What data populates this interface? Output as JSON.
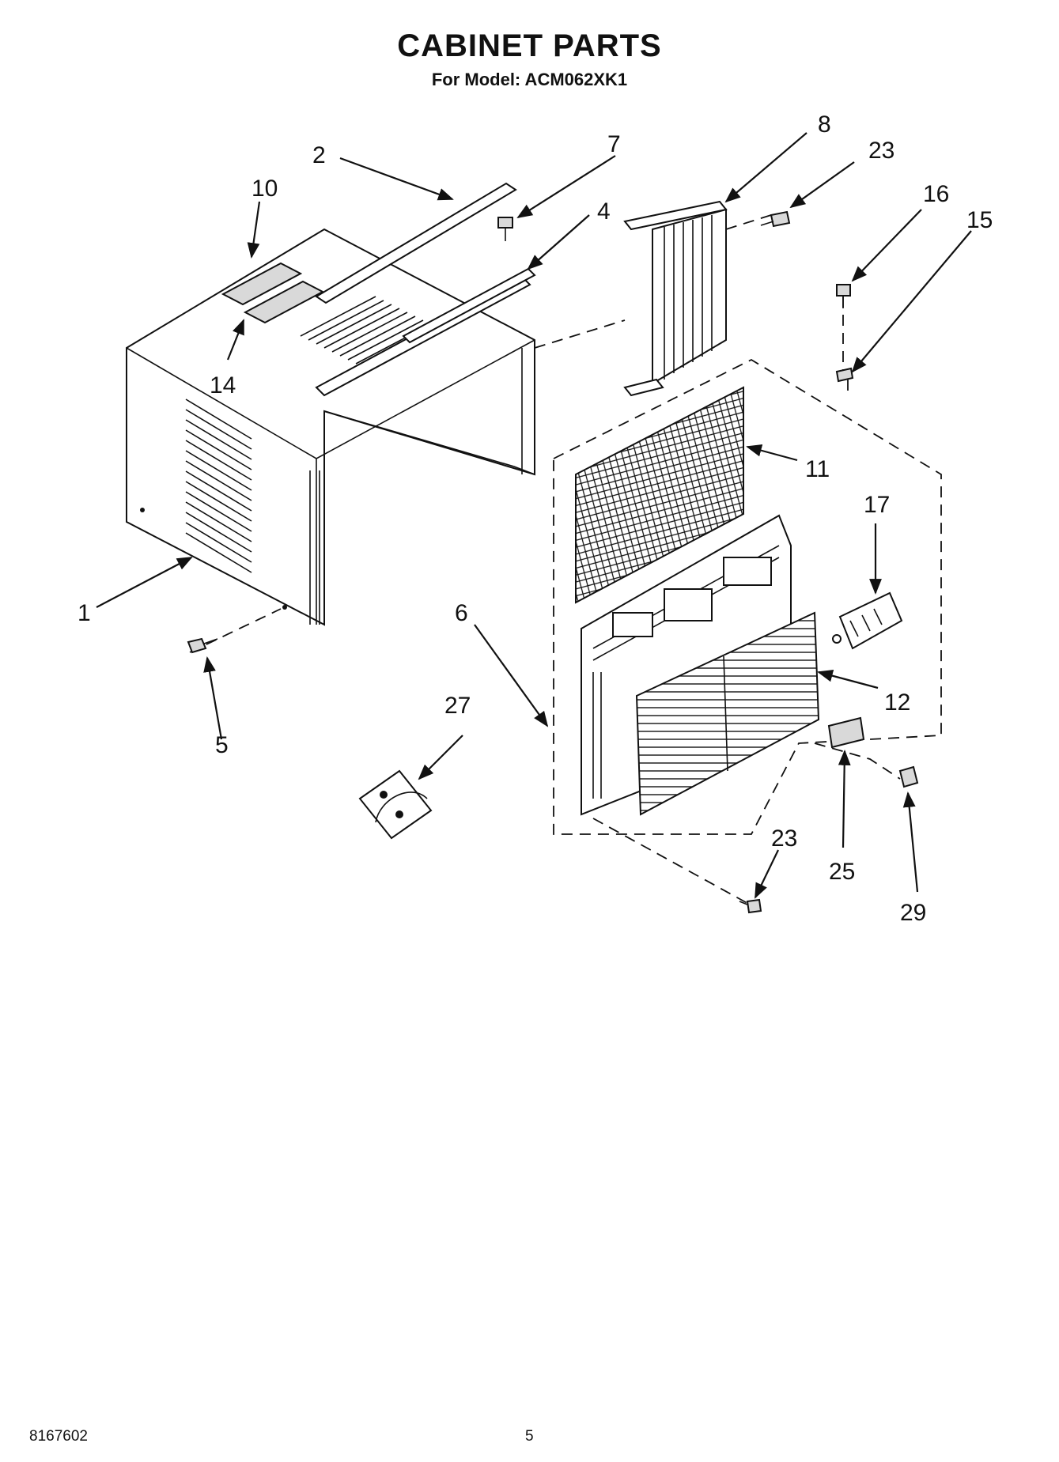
{
  "header": {
    "title": "CABINET PARTS",
    "subtitle": "For Model: ACM062XK1"
  },
  "footer": {
    "doc_number": "8167602",
    "page_number": "5"
  },
  "callouts": [
    "1",
    "2",
    "4",
    "5",
    "6",
    "7",
    "8",
    "10",
    "11",
    "12",
    "14",
    "15",
    "16",
    "17",
    "23",
    "23",
    "25",
    "27",
    "29"
  ]
}
